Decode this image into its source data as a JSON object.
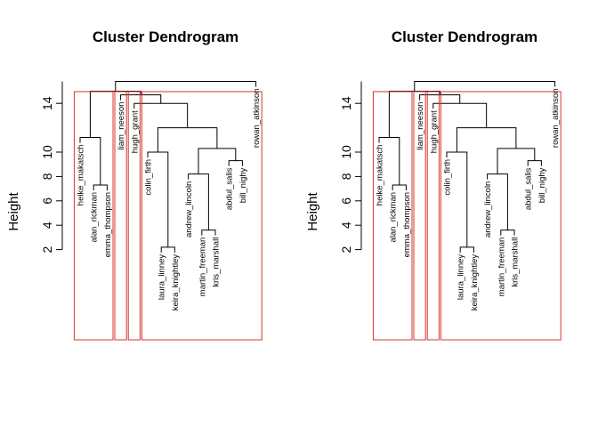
{
  "chart_data": [
    {
      "type": "dendrogram",
      "title": "Cluster Dendrogram",
      "ylabel": "Height",
      "yticks": [
        2,
        4,
        6,
        8,
        10,
        14
      ],
      "ylim": [
        0,
        15.8
      ],
      "leaves": [
        "heike_makatsch",
        "alan_rickman",
        "emma_thompson",
        "liam_neeson",
        "hugh_grant",
        "colin_firth",
        "laura_linney",
        "keira_knightley",
        "andrew_lincoln",
        "martin_freeman",
        "kris_marshall",
        "abdul_salis",
        "bill_nighy",
        "rowan_atkinson"
      ],
      "merges": [
        [
          -7,
          -8,
          2.2
        ],
        [
          -10,
          -11,
          3.6
        ],
        [
          -2,
          -3,
          7.3
        ],
        [
          -12,
          -13,
          9.3
        ],
        [
          -9,
          2,
          8.2
        ],
        [
          -6,
          1,
          10.0
        ],
        [
          5,
          4,
          10.3
        ],
        [
          -1,
          3,
          11.2
        ],
        [
          6,
          7,
          12.0
        ],
        [
          -5,
          9,
          14.0
        ],
        [
          -4,
          10,
          14.7
        ],
        [
          8,
          11,
          15.0
        ],
        [
          12,
          -14,
          15.8
        ]
      ],
      "clusters": [
        [
          0,
          2
        ],
        [
          3,
          3
        ],
        [
          4,
          4
        ],
        [
          5,
          13
        ]
      ],
      "cluster_color": "#d9342b"
    },
    {
      "type": "dendrogram",
      "title": "Cluster Dendrogram",
      "ylabel": "Height",
      "yticks": [
        2,
        4,
        6,
        8,
        10,
        14
      ],
      "ylim": [
        0,
        15.8
      ],
      "leaves": [
        "heike_makatsch",
        "alan_rickman",
        "emma_thompson",
        "liam_neeson",
        "hugh_grant",
        "colin_firth",
        "laura_linney",
        "keira_knightley",
        "andrew_lincoln",
        "martin_freeman",
        "kris_marshall",
        "abdul_salis",
        "bill_nighy",
        "rowan_atkinson"
      ],
      "merges": [
        [
          -7,
          -8,
          2.2
        ],
        [
          -10,
          -11,
          3.6
        ],
        [
          -2,
          -3,
          7.3
        ],
        [
          -12,
          -13,
          9.3
        ],
        [
          -9,
          2,
          8.2
        ],
        [
          -6,
          1,
          10.0
        ],
        [
          5,
          4,
          10.3
        ],
        [
          -1,
          3,
          11.2
        ],
        [
          6,
          7,
          12.0
        ],
        [
          -5,
          9,
          14.0
        ],
        [
          -4,
          10,
          14.7
        ],
        [
          8,
          11,
          15.0
        ],
        [
          12,
          -14,
          15.8
        ]
      ],
      "clusters": [
        [
          0,
          2
        ],
        [
          3,
          3
        ],
        [
          4,
          4
        ],
        [
          5,
          13
        ]
      ],
      "cluster_color": "#d9342b"
    }
  ]
}
